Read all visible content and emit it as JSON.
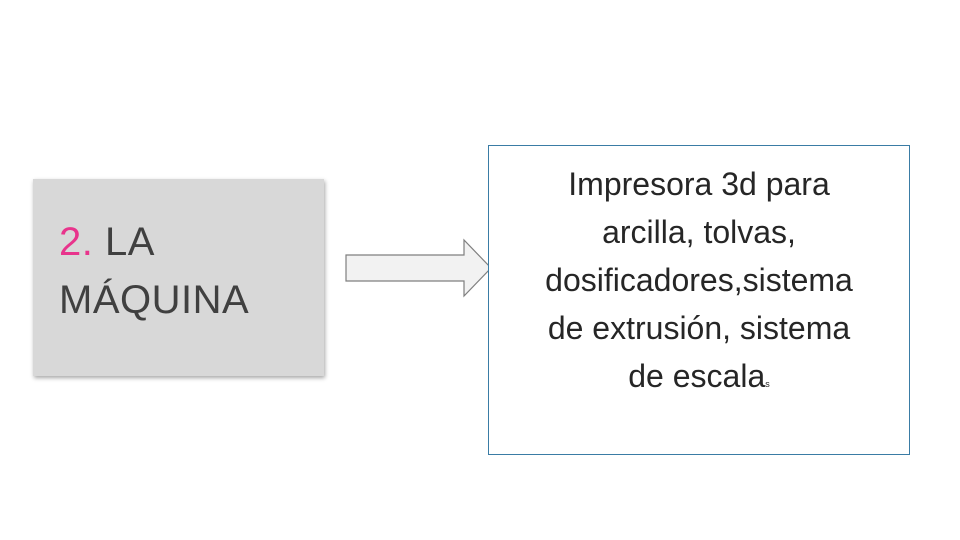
{
  "section": {
    "number": "2.",
    "title_line1": "LA",
    "title_line2": "MÁQUINA"
  },
  "description": {
    "lines": [
      "Impresora 3d para",
      "arcilla, tolvas,",
      "dosificadores,sistema",
      "de extrusión, sistema",
      "de escala"
    ],
    "trailing": "s"
  },
  "colors": {
    "accent": "#e8348c",
    "box_fill": "#d8d8d8",
    "box_border": "#3a7ca5",
    "arrow_fill": "#f2f2f2"
  }
}
